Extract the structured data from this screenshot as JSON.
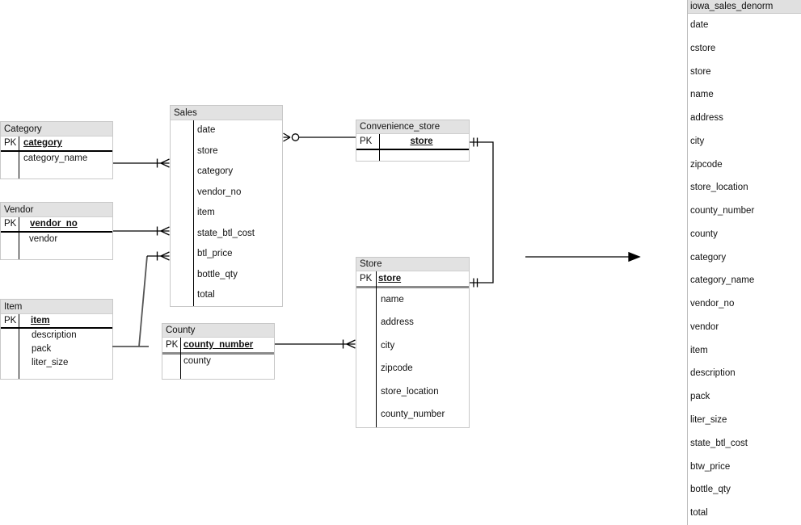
{
  "diagram": {
    "labels": {
      "pk": "PK"
    },
    "colors": {
      "header_bg": "#e2e2e2",
      "panel_header_bg": "#e0e0e0",
      "box_border": "#c8c8c8",
      "line": "#000000",
      "thick_separator": "#8a8a8a"
    },
    "tables": {
      "category": {
        "title": "Category",
        "pk_field": "category",
        "fields": [
          "category_name"
        ]
      },
      "vendor": {
        "title": "Vendor",
        "pk_field": "vendor_no",
        "fields": [
          "vendor"
        ]
      },
      "item": {
        "title": "Item",
        "pk_field": "item",
        "fields": [
          "description",
          "pack",
          "liter_size"
        ]
      },
      "sales": {
        "title": "Sales",
        "fields": [
          "date",
          "store",
          "category",
          "vendor_no",
          "item",
          "state_btl_cost",
          "btl_price",
          "bottle_qty",
          "total"
        ]
      },
      "convenience_store": {
        "title": "Convenience_store",
        "pk_field": "store",
        "fields": []
      },
      "store": {
        "title": "Store",
        "pk_field": "store",
        "fields": [
          "name",
          "address",
          "city",
          "zipcode",
          "store_location",
          "county_number"
        ]
      },
      "county": {
        "title": "County",
        "pk_field": "county_number",
        "fields": [
          "county"
        ]
      }
    },
    "denorm": {
      "title": "iowa_sales_denorm",
      "fields": [
        "date",
        "cstore",
        "store",
        "name",
        "address",
        "city",
        "zipcode",
        "store_location",
        "county_number",
        "county",
        "category",
        "category_name",
        "vendor_no",
        "vendor",
        "item",
        "description",
        "pack",
        "liter_size",
        "state_btl_cost",
        "btw_price",
        "bottle_qty",
        "total"
      ]
    },
    "relationships": [
      "Category one-to-many Sales",
      "Vendor one-to-many Sales",
      "Item one-to-many Sales",
      "County one-to-many Store",
      "Sales zero-or-many to Convenience_store",
      "Convenience_store one-to-one Store",
      "diagram maps to iowa_sales_denorm"
    ]
  }
}
